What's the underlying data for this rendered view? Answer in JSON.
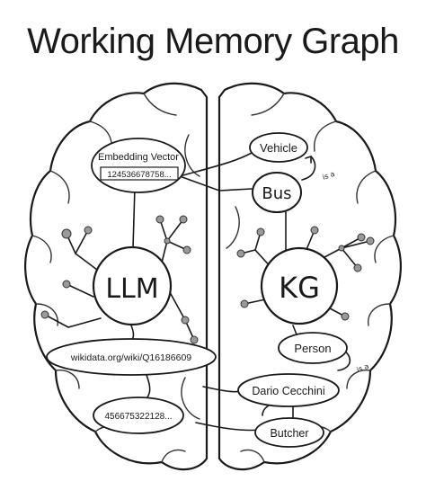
{
  "title": "Working Memory Graph",
  "nodes": {
    "embedding_title": "Embedding Vector",
    "embedding_value": "124536678758...",
    "llm": "LLM",
    "wikidata": "wikidata.org/wiki/Q16186609",
    "number": "456675322128...",
    "vehicle": "Vehicle",
    "bus": "Bus",
    "kg": "KG",
    "person": "Person",
    "dario": "Dario Cecchini",
    "butcher": "Butcher"
  },
  "edges": {
    "is_a_top": "is a",
    "is_a_bottom": "is a"
  }
}
